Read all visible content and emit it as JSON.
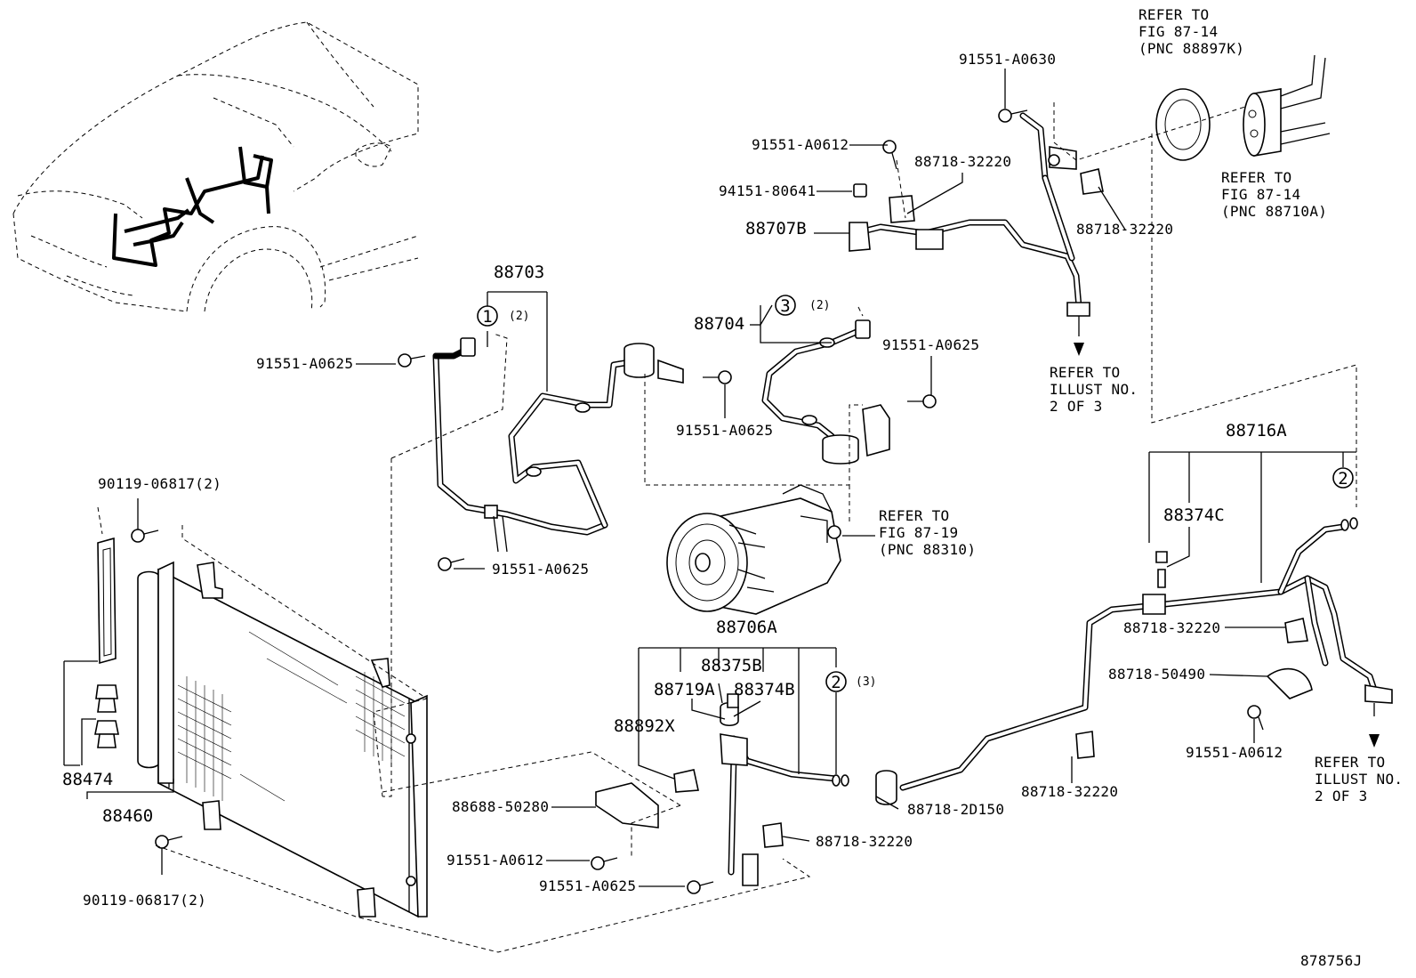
{
  "diagram_id": "878756J",
  "callouts": {
    "c1": "1",
    "c2a": "2",
    "c2b": "2",
    "c3": "3",
    "q2a": "(2)",
    "q2b": "(2)",
    "q3": "(3)"
  },
  "labels": {
    "p88703": "88703",
    "p88704": "88704",
    "p88707B": "88707B",
    "p88706A": "88706A",
    "p88716A": "88716A",
    "p88460": "88460",
    "p88474": "88474",
    "p88375B": "88375B",
    "p88719A": "88719A",
    "p88374B": "88374B",
    "p88374C": "88374C",
    "p88892X": "88892X",
    "b_0630": "91551-A0630",
    "b_0612_top": "91551-A0612",
    "n_94151": "94151-80641",
    "c_32220_a": "88718-32220",
    "c_32220_b": "88718-32220",
    "c_32220_c": "88718-32220",
    "c_32220_d": "88718-32220",
    "c_32220_e": "88718-32220",
    "c_50490": "88718-50490",
    "c_2D150": "88718-2D150",
    "b_0625_a": "91551-A0625",
    "b_0625_b": "91551-A0625",
    "b_0625_c": "91551-A0625",
    "b_0625_d": "91551-A0625",
    "b_0625_e": "91551-A0625",
    "b_0612_r": "91551-A0612",
    "b_0612_m": "91551-A0612",
    "br_50280": "88688-50280",
    "s_90119_t": "90119-06817(2)",
    "s_90119_b": "90119-06817(2)"
  },
  "refs": {
    "r1": [
      "REFER TO",
      "FIG 87-14",
      "(PNC 88897K)"
    ],
    "r2": [
      "REFER TO",
      "FIG 87-14",
      "(PNC 88710A)"
    ],
    "r3": [
      "REFER TO",
      "ILLUST NO.",
      "2 OF 3"
    ],
    "r4": [
      "REFER TO",
      "FIG 87-19",
      "(PNC 88310)"
    ],
    "r5": [
      "REFER TO",
      "ILLUST NO.",
      "2 OF 3"
    ]
  }
}
